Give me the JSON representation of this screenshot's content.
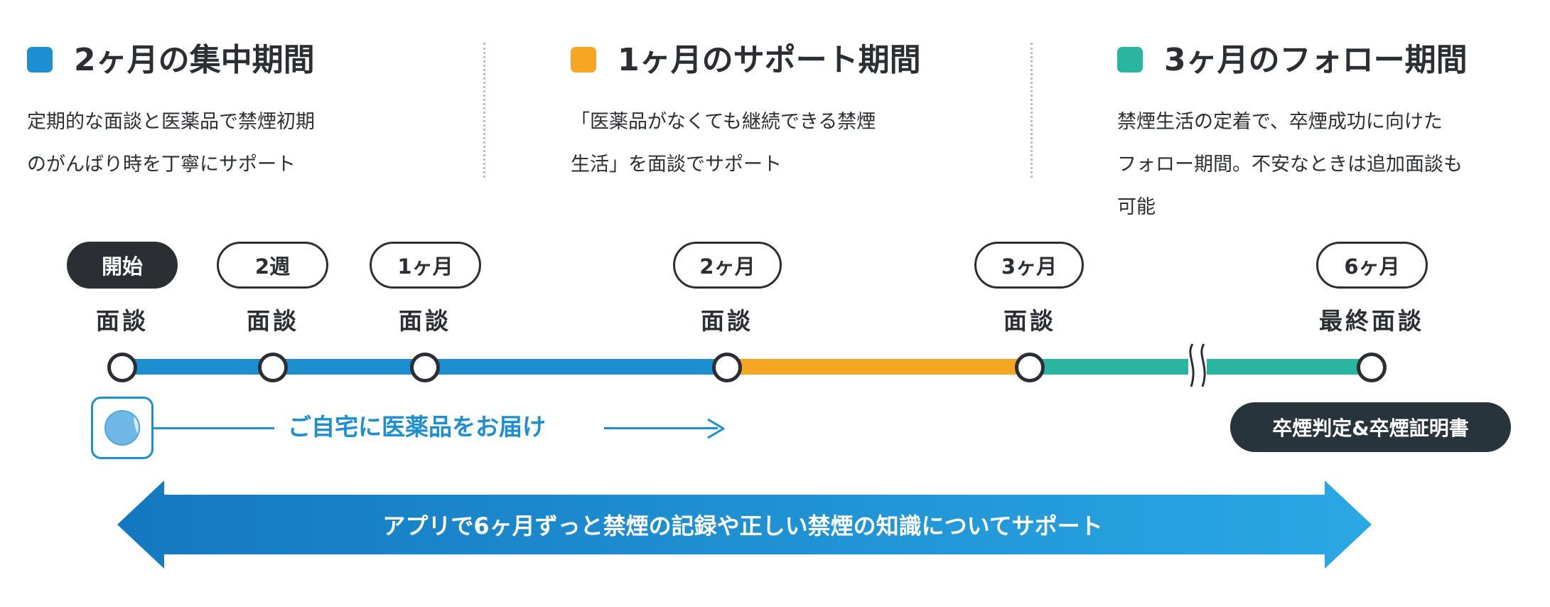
{
  "periods": [
    {
      "title": "2ヶ月の集中期間",
      "color": "#1d8fd1",
      "desc": [
        "定期的な面談と医薬品で禁煙初期",
        "のがんばり時を丁寧にサポート"
      ]
    },
    {
      "title": "1ヶ月のサポート期間",
      "color": "#f5a623",
      "desc": [
        "「医薬品がなくても継続できる禁煙",
        "生活」を面談でサポート"
      ]
    },
    {
      "title": "3ヶ月のフォロー期間",
      "color": "#2ab5a0",
      "desc": [
        "禁煙生活の定着で、卒煙成功に向けた",
        "フォロー期間。不安なときは追加面談も",
        "可能"
      ]
    }
  ],
  "milestones": [
    {
      "pill": "開始",
      "label": "面談",
      "filled": true
    },
    {
      "pill": "2週",
      "label": "面談",
      "filled": false
    },
    {
      "pill": "1ヶ月",
      "label": "面談",
      "filled": false
    },
    {
      "pill": "2ヶ月",
      "label": "面談",
      "filled": false
    },
    {
      "pill": "3ヶ月",
      "label": "面談",
      "filled": false
    },
    {
      "pill": "6ヶ月",
      "label": "最終面談",
      "filled": false
    }
  ],
  "delivery": {
    "text": "ご自宅に医薬品をお届け",
    "icon": "medicine-patch-icon"
  },
  "certificate": {
    "text": "卒煙判定&卒煙証明書"
  },
  "app_support": {
    "text": "アプリで6ヶ月ずっと禁煙の記録や正しい禁煙の知識についてサポート"
  },
  "colors": {
    "blue": "#1d8fd1",
    "orange": "#f5a623",
    "teal": "#2ab5a0",
    "dark": "#2b2f33",
    "cert_bg": "#27343c"
  }
}
